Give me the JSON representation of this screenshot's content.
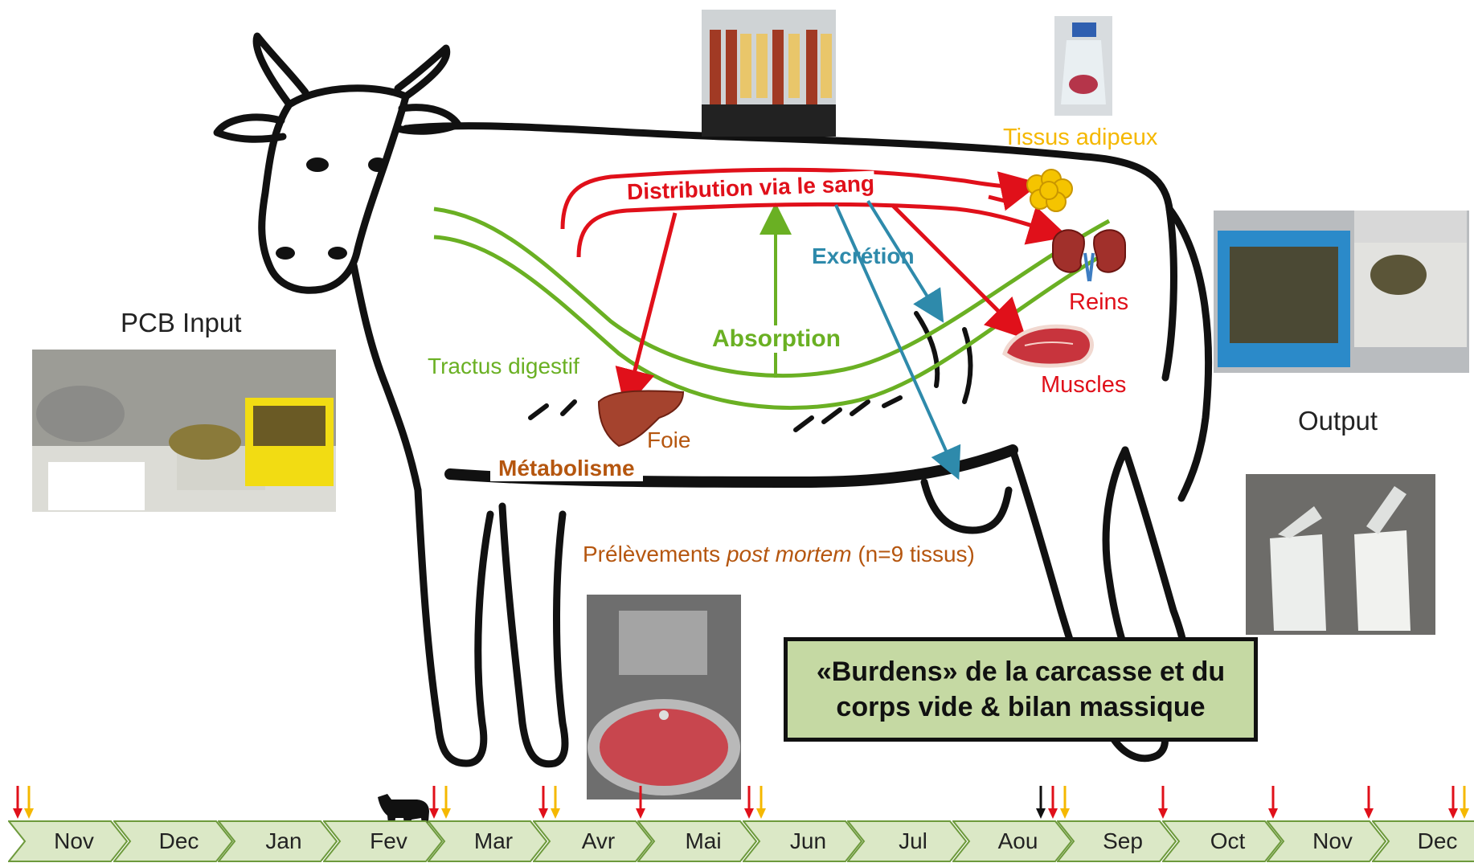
{
  "labels": {
    "pcb_input": "PCB Input",
    "output": "Output",
    "tissus_adipeux": "Tissus adipeux",
    "distribution": "Distribution via le sang",
    "excretion": "Excrétion",
    "absorption": "Absorption",
    "tractus": "Tractus digestif",
    "reins": "Reins",
    "muscles": "Muscles",
    "foie": "Foie",
    "metabolisme": "Métabolisme",
    "prelevements_pre": "Prélèvements ",
    "prelevements_italic": "post mortem",
    "prelevements_post": " (n=9 tissus)"
  },
  "summary": {
    "line1": "«Burdens» de la carcasse et du",
    "line2": "corps vide & bilan massique"
  },
  "timeline": {
    "months": [
      "Nov",
      "Dec",
      "Jan",
      "Fev",
      "Mar",
      "Avr",
      "Mai",
      "Jun",
      "Jul",
      "Aou",
      "Sep",
      "Oct",
      "Nov",
      "Dec"
    ]
  },
  "colors": {
    "red": "#e0101a",
    "green": "#6ab023",
    "blue": "#2e8aab",
    "orange_brown": "#b5560f",
    "yellow": "#f5b800",
    "box_fill": "#c5d9a3",
    "chevron_fill": "#dbe8c6",
    "chevron_stroke": "#6d9a3c"
  },
  "icons": {
    "calf": "calf-silhouette-icon",
    "fat": "fat-tissue-icon",
    "kidney": "kidney-icon",
    "liver": "liver-icon",
    "muscle": "meat-steak-icon"
  }
}
